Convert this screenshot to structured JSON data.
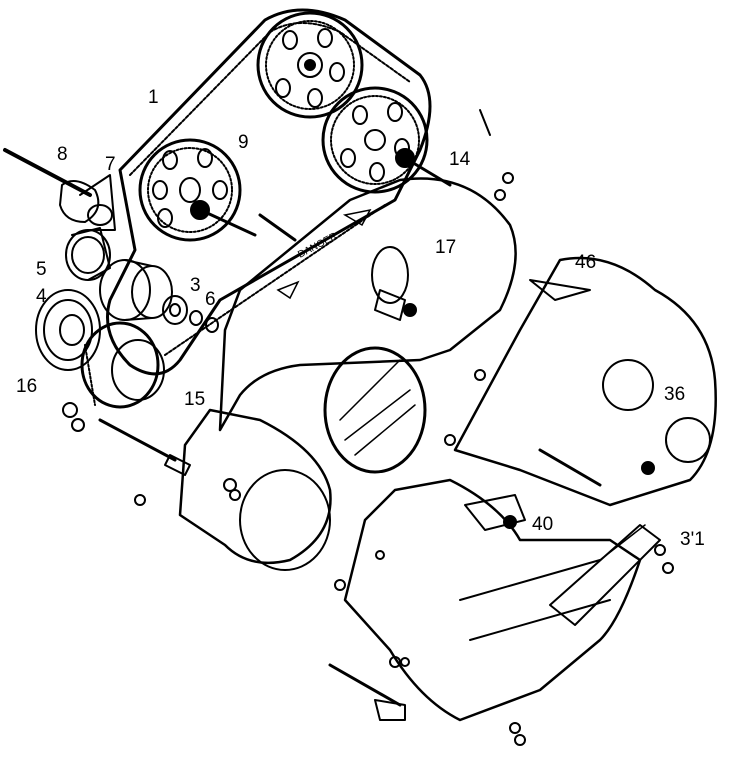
{
  "diagram": {
    "labels_large": [
      {
        "id": "1",
        "text": "1"
      },
      {
        "id": "3",
        "text": "3"
      },
      {
        "id": "4",
        "text": "4"
      },
      {
        "id": "5",
        "text": "5"
      },
      {
        "id": "6",
        "text": "6"
      },
      {
        "id": "7",
        "text": "7"
      },
      {
        "id": "8",
        "text": "8"
      },
      {
        "id": "9",
        "text": "9"
      },
      {
        "id": "14",
        "text": "14"
      },
      {
        "id": "15",
        "text": "15"
      },
      {
        "id": "16",
        "text": "16"
      },
      {
        "id": "17",
        "text": "17"
      },
      {
        "id": "36",
        "text": "36"
      },
      {
        "id": "40",
        "text": "40"
      },
      {
        "id": "46",
        "text": "46"
      },
      {
        "id": "31",
        "text": "3'1"
      }
    ],
    "belt_warning_text": "DANGER"
  }
}
